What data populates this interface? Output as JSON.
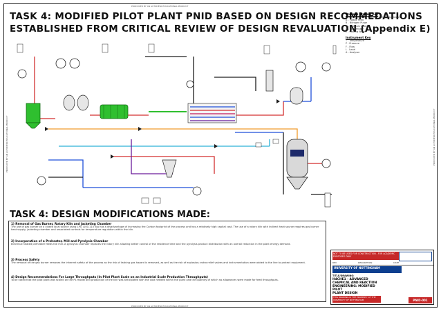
{
  "header": {
    "top_note": "PRODUCED BY AN AUTODESK EDUCATIONAL PRODUCT",
    "bottom_note": "PRODUCED BY AN AUTODESK EDUCATIONAL PRODUCT",
    "title_line1": "TASK 4: MODIFIED PILOT PLANT PNID BASED ON DESIGN RECOMMEDATIONS",
    "title_line2": "ESTABLISHED FROM CRITICAL REVIEW OF DESIGN REVALUATION (Appendix E)"
  },
  "modifications": {
    "title": "TASK 4: DESIGN MODIFICATIONS MADE:",
    "items": [
      {
        "heading": "1) Removal of Gas Burner, Rotary Kiln and Jacketing Chamber",
        "text": "The use of gas burner on a closed local source using LPG (100-110 kg) has a disadvantage of increasing the Carbon footprint of the process and has a relatively high capital cost. The use of a rotary kiln with indirect heat source requires gas burner heat supply, jacketing chamber and associated controls for temperature regulation within the kiln."
      },
      {
        "heading": "2) Incorporation of a Preheater, Mill and Pyrolysis Chamber",
        "text": "Electrical heated preheater feeds the mill. A pyrolysis chamber replaces the rotary kiln allowing better control of the residence time and the pyrolysis product distribution with an overall reduction in the plant energy demand."
      },
      {
        "heading": "3) Process Safety",
        "text": "The removal of the gas burner removes the inherent safety of the process as the risk of leaking gas hazard is removed, as well as the risk of explosion; extra relief valves and instrumentation were added to the line to protect equipment."
      },
      {
        "heading": "4) Design Recommendations For Large Throughputs (In Pilot Plant Scale on an Industrial Scale Production Throughputs)",
        "text": "To be noted that the pilot plant was scaled on the PL model and production of the kiln was anticipated with the cost needed within the plant and the quantity of which no allowances were made for feed throughputs."
      }
    ]
  },
  "legend": {
    "section1": {
      "title": "Process Stream Key",
      "items": [
        "Lines for process / auxiliary streams are shown",
        "A - Plastic Feed",
        "B - Nitrogen Purge",
        "C - Pyrolysis Vapour",
        "D - Condensate",
        "E - Cooling Water"
      ]
    },
    "section2": {
      "title": "Instrument Key",
      "items": [
        "T - Temperature",
        "P - Pressure",
        "F - Flow",
        "L - Level",
        "A - Analyser"
      ]
    }
  },
  "title_block": {
    "warning": "NOT TO BE USED FOR CONSTRUCTION - FOR ACADEMIC PURPOSES ONLY",
    "rev_label": "REV",
    "desc_label": "DESCRIPTION",
    "date_label": "DATE",
    "university": "UNIVERSITY OF NOTTINGHAM",
    "project_label": "TITLE/DRAWING:",
    "project_lines": [
      "H4CHE1 - ADVANCED",
      "CHEMICAL AND REACTION",
      "ENGINEERING: MODIFIED PILOT",
      "PLANT DESIGN"
    ],
    "bottom_note": "THIS DRAWING IS THE PROPERTY OF THE UNIVERSITY OF NOTTINGHAM",
    "drawing_number": "PNID-001"
  },
  "colors": {
    "green": "#2fbf2f",
    "red": "#d32f2f",
    "blue": "#1e4fd9",
    "cyan": "#2bb0d6",
    "orange": "#f09a2a",
    "magenta": "#c2185b",
    "purple": "#6a1b9a",
    "dark": "#1d1d1d"
  }
}
